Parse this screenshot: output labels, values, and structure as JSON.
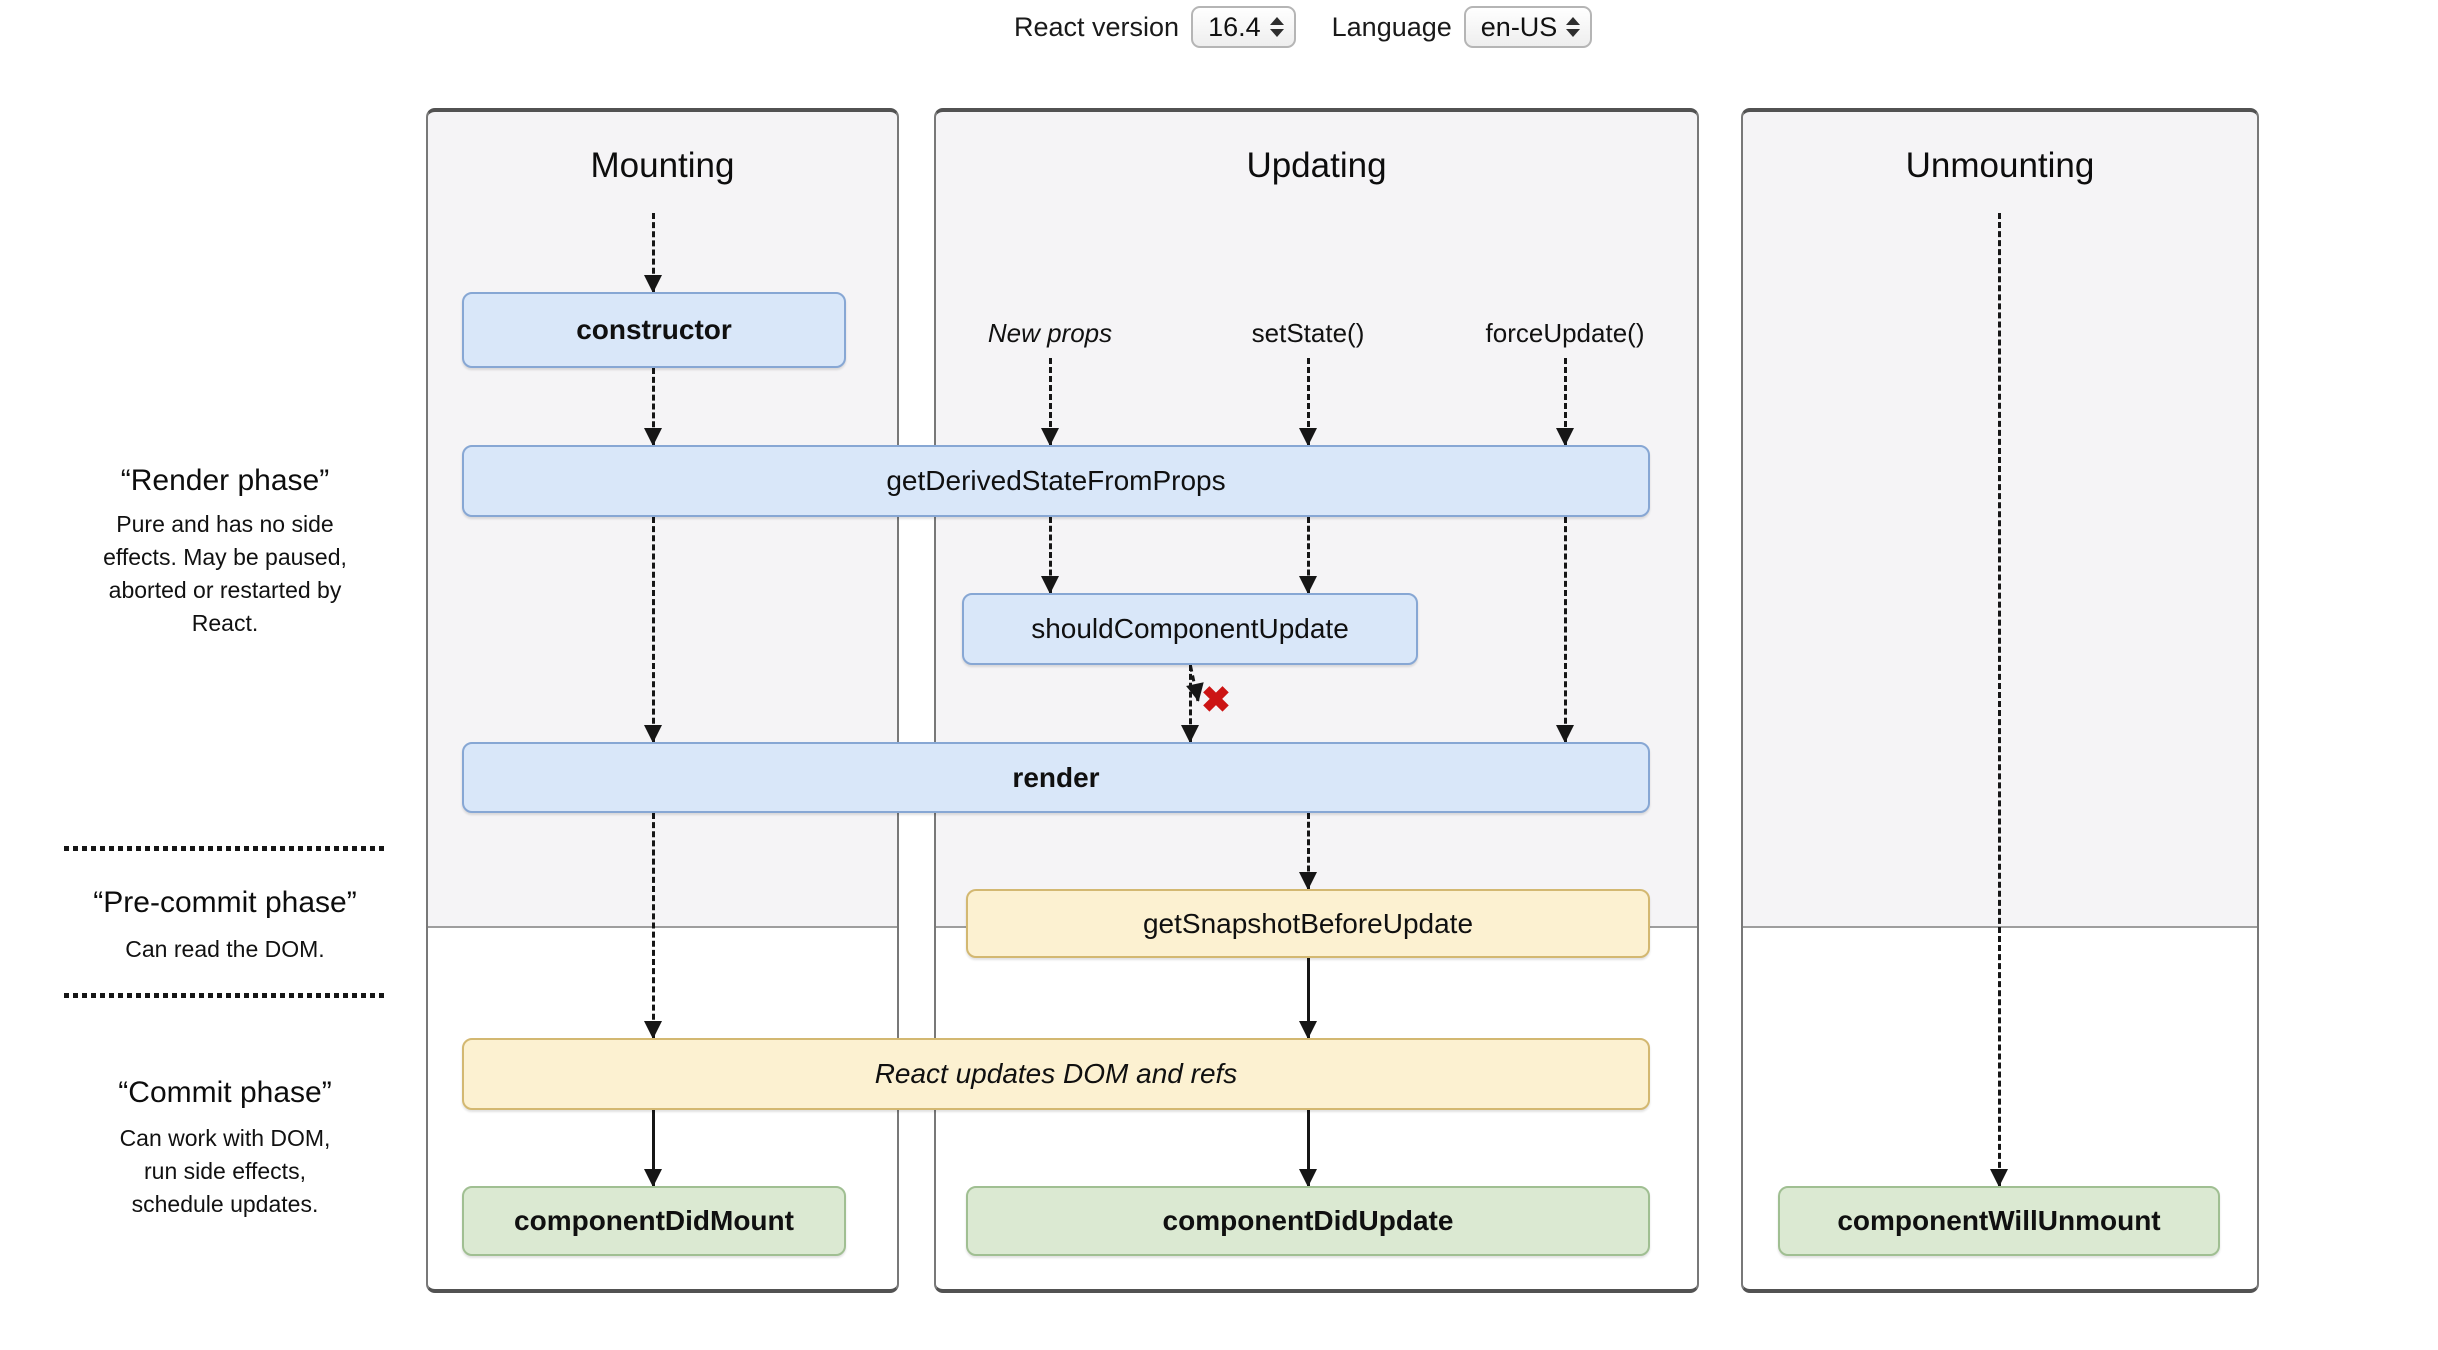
{
  "toolbar": {
    "react_version_label": "React version",
    "react_version_value": "16.4",
    "language_label": "Language",
    "language_value": "en-US"
  },
  "columns": {
    "mounting": {
      "title": "Mounting"
    },
    "updating": {
      "title": "Updating",
      "triggers": {
        "new_props": "New props",
        "set_state": "setState()",
        "force_update": "forceUpdate()"
      }
    },
    "unmounting": {
      "title": "Unmounting"
    }
  },
  "phases": {
    "render": {
      "title": "“Render phase”",
      "description": "Pure and has no side effects. May be paused, aborted or restarted by React."
    },
    "pre_commit": {
      "title": "“Pre-commit phase”",
      "description": "Can read the DOM."
    },
    "commit": {
      "title": "“Commit phase”",
      "description": "Can work with DOM, run side effects, schedule updates."
    }
  },
  "boxes": {
    "constructor": "constructor",
    "get_derived_state_from_props": "getDerivedStateFromProps",
    "should_component_update": "shouldComponentUpdate",
    "render": "render",
    "get_snapshot_before_update": "getSnapshotBeforeUpdate",
    "react_updates_dom": "React updates DOM and refs",
    "component_did_mount": "componentDidMount",
    "component_did_update": "componentDidUpdate",
    "component_will_unmount": "componentWillUnmount"
  },
  "icons": {
    "abort_x_icon": "✖"
  },
  "colors": {
    "lifecycle_box_fill": "#d9e7f9",
    "lifecycle_box_border": "#87a7d4",
    "side_effect_box_fill": "#fcf1d1",
    "side_effect_box_border": "#d3b871",
    "commit_box_fill": "#dbe9d2",
    "commit_box_border": "#a0bf92",
    "abort_x": "#cc1414",
    "column_background": "#f5f4f6"
  }
}
